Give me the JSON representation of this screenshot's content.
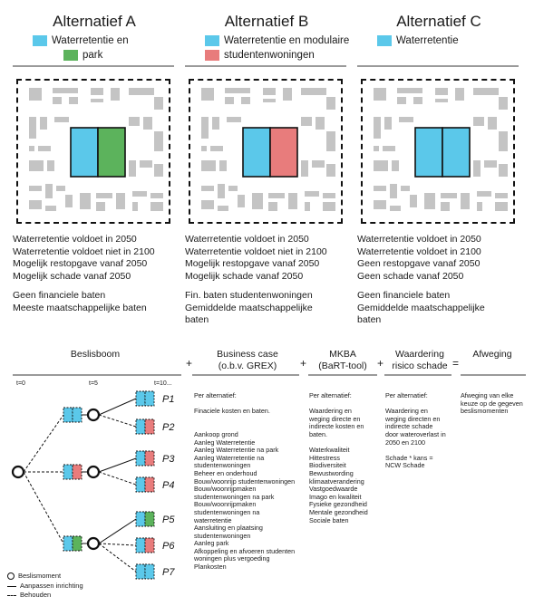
{
  "alternatives": [
    {
      "title": "Alternatief A",
      "legend": [
        {
          "label": "Waterretentie en",
          "color": "#5bc8ea"
        },
        {
          "label": "park",
          "color": "#5cb35c"
        }
      ],
      "block_colors": [
        "#5bc8ea",
        "#5cb35c"
      ],
      "lines1": [
        "Waterretentie voldoet in 2050",
        "Waterretentie voldoet niet in 2100",
        "Mogelijk restopgave vanaf 2050",
        "Mogelijk schade vanaf 2050"
      ],
      "lines2": [
        "Geen financiele baten",
        "Meeste maatschappelijke baten"
      ]
    },
    {
      "title": "Alternatief B",
      "legend": [
        {
          "label": "Waterretentie en modulaire",
          "color": "#5bc8ea"
        },
        {
          "label": "studentenwoningen",
          "color": "#e87c7c"
        }
      ],
      "block_colors": [
        "#5bc8ea",
        "#e87c7c"
      ],
      "lines1": [
        "Waterretentie voldoet in 2050",
        "Waterretentie voldoet niet in 2100",
        "Mogelijk restopgave vanaf 2050",
        "Mogelijk schade vanaf 2050"
      ],
      "lines2": [
        "Fin. baten studentenwoningen",
        "Gemiddelde maatschappelijke",
        "baten"
      ]
    },
    {
      "title": "Alternatief C",
      "legend": [
        {
          "label": "Waterretentie",
          "color": "#5bc8ea"
        }
      ],
      "block_colors": [
        "#5bc8ea",
        "#5bc8ea"
      ],
      "lines1": [
        "Waterretentie voldoet in 2050",
        "Waterretentie voldoet in 2100",
        "Geen restopgave vanaf 2050",
        "Geen schade vanaf 2050"
      ],
      "lines2": [
        "Geen financiele baten",
        "Gemiddelde maatschappelijke",
        "baten"
      ]
    }
  ],
  "bottom": {
    "headers": {
      "beslisboom": "Beslisboom",
      "business": [
        "Business case",
        "(o.b.v. GREX)"
      ],
      "mkba": [
        "MKBA",
        "(BaRT-tool)"
      ],
      "waardering": [
        "Waardering",
        "risico schade"
      ],
      "afweging": "Afweging"
    },
    "operators": [
      "+",
      "+",
      "+",
      "="
    ],
    "timeline": [
      "t=0",
      "t=5",
      "t=10..."
    ],
    "paths": [
      "P1",
      "P2",
      "P3",
      "P4",
      "P5",
      "P6",
      "P7"
    ],
    "legend": [
      "Beslismoment",
      "Aanpassen inrichting",
      "Behouden"
    ],
    "business_col": [
      "Per alternatief:",
      "",
      "Finaciele kosten en baten.",
      "",
      "",
      "Aankoop grond",
      "Aanleg Waterretentie",
      "Aanleg Waterretentie na park",
      "Aanleg Waterretentie na",
      "studentenwoningen",
      "Beheer en onderhoud",
      "Bouw/woonrijp studentenwoningen",
      "Bouw/woonrijpmaken",
      "studentenwoningen na park",
      "Bouw/woonrijpmaken",
      "studentenwoningen na",
      "waterretentie",
      "Aansluiting en plaatsing",
      "studentenwoningen",
      "Aanleg park",
      "Afkoppeling en afvoeren studenten",
      "woningen plus vergoeding",
      "Plankosten"
    ],
    "mkba_col": [
      "Per alternatief:",
      "",
      "Waardering en",
      "weging directe en",
      "indirecte kosten en",
      "baten.",
      "",
      "Waterkwaliteit",
      "Hittestress",
      "Biodiversiteit",
      "Bewustwording",
      "klimaatverandering",
      "Vastgoedwaarde",
      "Imago en kwaliteit",
      "Fysieke gezondheid",
      "Mentale gezondheid",
      "Sociale baten"
    ],
    "waardering_col": [
      "Per alternatief:",
      "",
      "Waardering en",
      "weging directen en",
      "indirecte schade",
      "door wateroverlast in",
      "2050 en 2100",
      "",
      "Schade * kans =",
      "NCW Schade"
    ],
    "afweging_col": [
      "Afweging van elke",
      "keuze op de gegeven",
      "beslismomenten"
    ]
  }
}
